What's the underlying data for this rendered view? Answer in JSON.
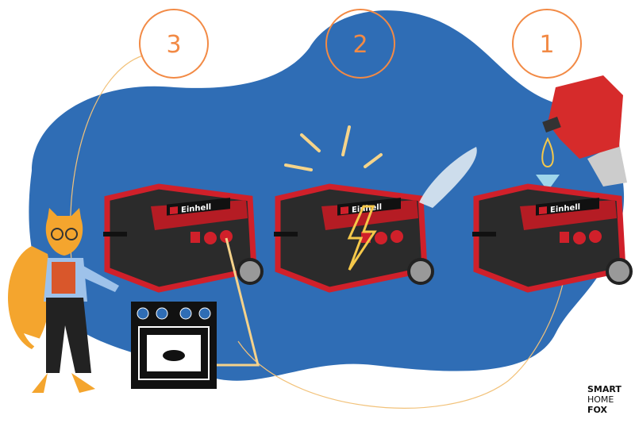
{
  "steps": [
    {
      "number": "3"
    },
    {
      "number": "2"
    },
    {
      "number": "1"
    }
  ],
  "generator_brand": "Einhell",
  "logo": {
    "line1": "SMART",
    "line2": "HOME",
    "line3": "FOX"
  },
  "colors": {
    "blob": "#2f6db5",
    "accent": "#f28a45",
    "generator": "#d0202a"
  }
}
